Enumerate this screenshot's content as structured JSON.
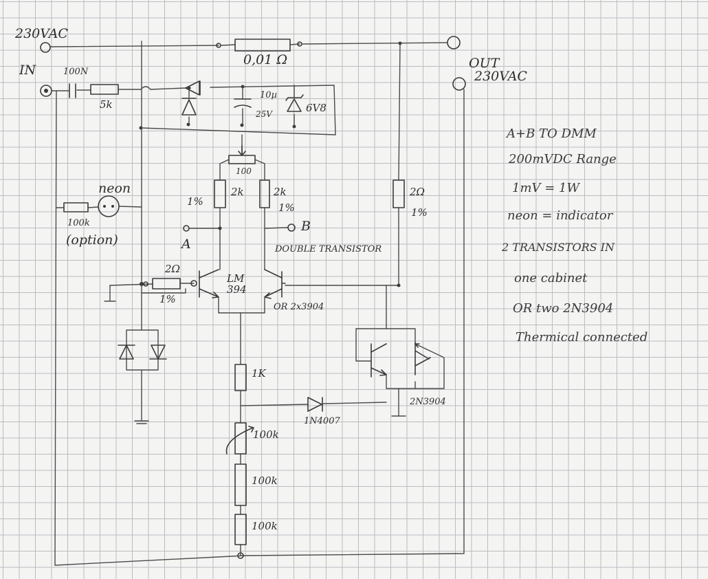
{
  "labels": {
    "in_230vac": "230VAC",
    "in": "IN",
    "out": "OUT",
    "out_230vac": "230VAC",
    "c_100n": "100N",
    "r_5k": "5k",
    "shunt": "0,01 Ω",
    "cap_10u": "10µ",
    "cap_25v": "25V",
    "zener": "6V8",
    "trim_100": "100",
    "r2k_left": "2k",
    "r2k_left_tol": "1%",
    "r2k_right": "2k",
    "r2k_right_tol": "1%",
    "r2_right": "2Ω",
    "r2_right_tol": "1%",
    "neon": "neon",
    "r_100k_neon": "100k",
    "option": "(option)",
    "term_a": "A",
    "term_b": "B",
    "double_transistor": "DOUBLE TRANSISTOR",
    "r2_left": "2Ω",
    "r2_left_tol": "1%",
    "lm394": "LM\n394",
    "or_2n3904": "OR 2x3904",
    "r_1k": "1K",
    "diode_1n4007": "1N4007",
    "trim_100k": "100k",
    "r_100k_a": "100k",
    "r_100k_b": "100k",
    "q_2n3904": "2N3904"
  },
  "notes": [
    "A+B TO DMM",
    "200mVDC Range",
    "1mV = 1W",
    "neon = indicator",
    "2 TRANSISTORS IN",
    "one cabinet",
    "OR two 2N3904",
    "Thermical connected"
  ]
}
